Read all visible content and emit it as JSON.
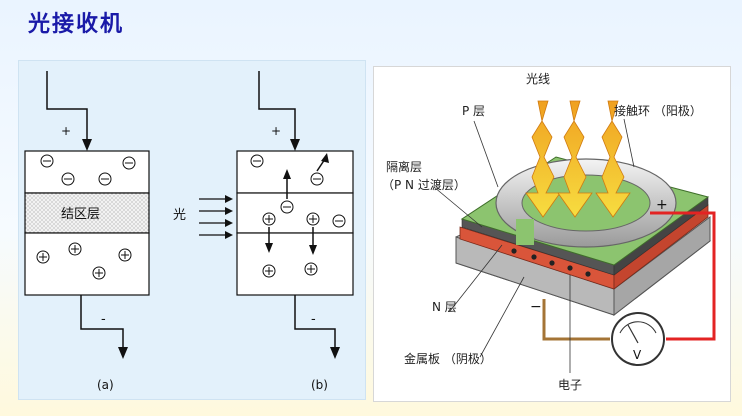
{
  "page": {
    "title": "光接收机"
  },
  "left_diagram": {
    "junction_label": "结区层",
    "light_label": "光",
    "plus_sign": "+",
    "minus_sign": "-",
    "caption_a": "(a)",
    "caption_b": "(b)"
  },
  "right_diagram": {
    "light_label": "光线",
    "p_layer": "P 层",
    "contact_ring": "接触环 （阳极）",
    "isolation_layer": "隔离层",
    "pn_transition": "（P N 过渡层）",
    "n_layer": "N 层",
    "metal_plate": "金属板 （阴极）",
    "electron": "电子",
    "plus": "+",
    "minus": "−",
    "meter_symbol": "V"
  }
}
